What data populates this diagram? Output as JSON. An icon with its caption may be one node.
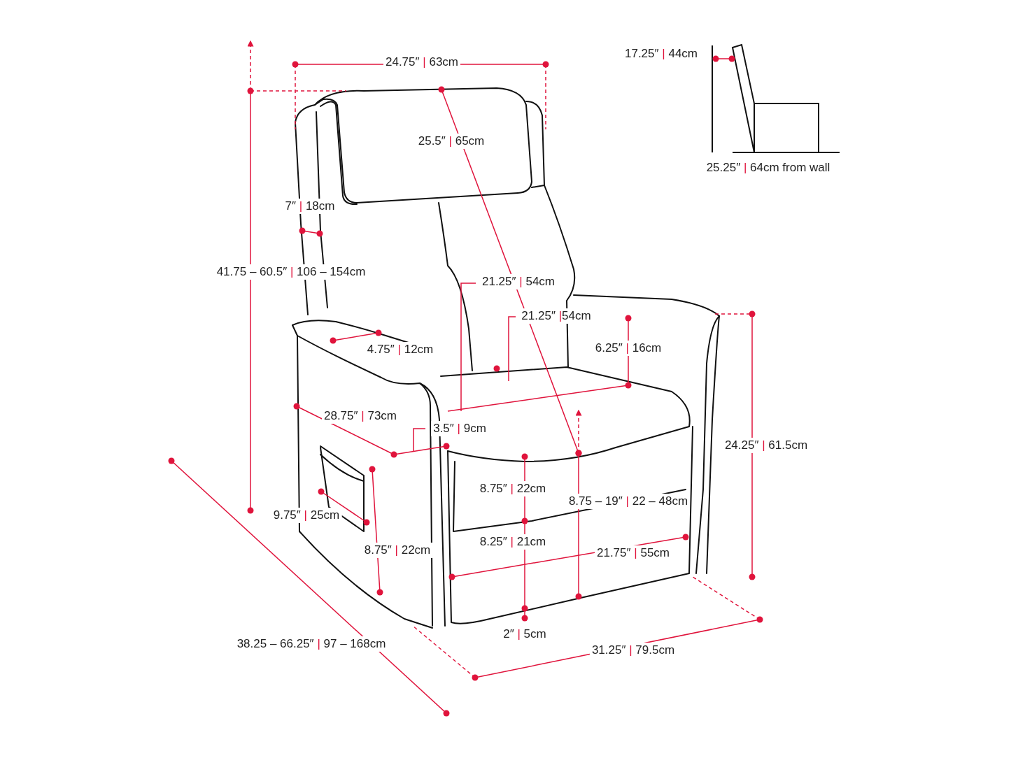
{
  "diagram": {
    "labels": [
      "24.75″ | 63cm",
      "17.25″ | 44cm",
      "25.5″ | 65cm",
      "25.25″ | 64cm from wall",
      "7″ | 18cm",
      "41.75 – 60.5″ | 106 – 154cm",
      "21.25″ | 54cm",
      "21.25″ |54cm",
      "6.25″ | 16cm",
      "4.75″ | 12cm",
      "28.75″ | 73cm",
      "3.5″ | 9cm",
      "24.25″ | 61.5cm",
      "8.75″ | 22cm",
      "8.75 – 19″ | 22 – 48cm",
      "9.75″ | 25cm",
      "8.25″ | 21cm",
      "8.75″ | 22cm",
      "21.75″ | 55cm",
      "2″ | 5cm",
      "38.25 – 66.25″ | 97 – 168cm",
      "31.25″ | 79.5cm"
    ]
  }
}
